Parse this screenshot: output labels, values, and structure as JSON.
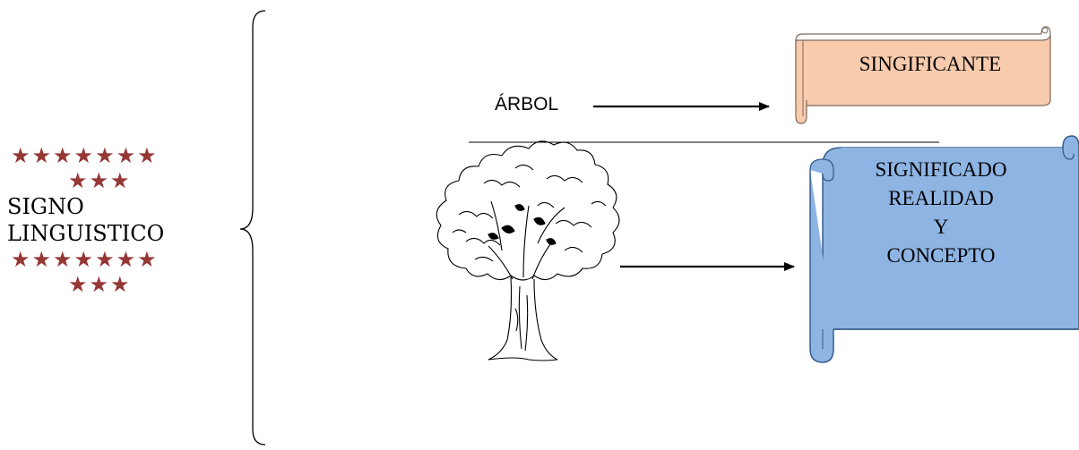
{
  "colors": {
    "stars": "#953735",
    "significante_fill": "#f8cbad",
    "significado_fill": "#8eb4e3",
    "significado_stroke": "#385d8a"
  },
  "stars": {
    "row1": "★★★★★★★",
    "row2": "★★★",
    "row3": "★★★★★★★",
    "row4": "★★★"
  },
  "sign": {
    "line1": "SIGNO",
    "line2": "LINGUISTICO"
  },
  "word": "ÁRBOL",
  "significante": "SINGIFICANTE",
  "significado": {
    "line1": "SIGNIFICADO",
    "line2": "REALIDAD",
    "line3": "Y",
    "line4": "CONCEPTO"
  },
  "tree_image": "tree-illustration"
}
